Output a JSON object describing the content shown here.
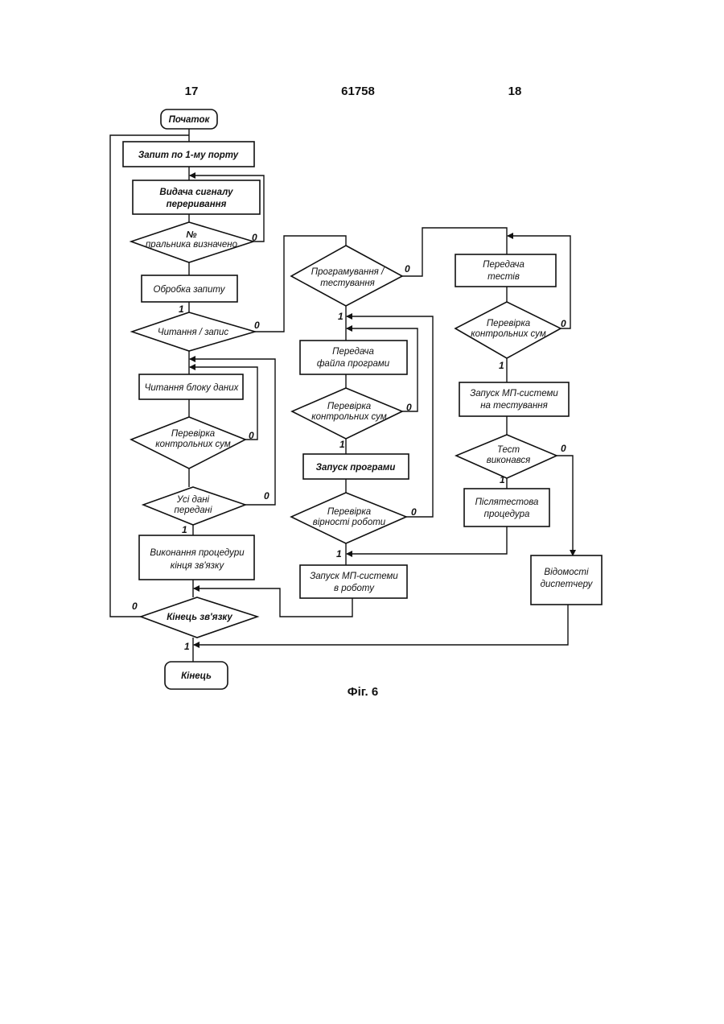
{
  "header": {
    "page_left": "17",
    "doc_number": "61758",
    "page_right": "18"
  },
  "caption": "Фіг. 6",
  "nodes": {
    "start": "Початок",
    "query_port": "Запит по 1-му порту",
    "send_signal": [
      "Видача сигналу",
      "переривання"
    ],
    "dec_identified": [
      "№",
      "пральника визначено"
    ],
    "process_query": "Обробка запиту",
    "dec_read_write": "Читання / запис",
    "read_block": "Читання блоку даних",
    "dec_checksum_1": [
      "Перевірка",
      "контрольних сум"
    ],
    "dec_all_sent": [
      "Усі дані",
      "передані"
    ],
    "finish_proc": [
      "Виконання процедури",
      "кінця зв'язку"
    ],
    "dec_end_link": "Кінець зв'язку",
    "end": "Кінець",
    "dec_prog_test": [
      "Програмування /",
      "тестування"
    ],
    "send_file": [
      "Передача",
      "файла програми"
    ],
    "dec_checksum_2": [
      "Перевірка",
      "контрольних сум"
    ],
    "run_program": "Запуск програми",
    "dec_correct": [
      "Перевірка",
      "вірності роботи"
    ],
    "start_mp_work": [
      "Запуск МП-системи",
      "в роботу"
    ],
    "send_tests": [
      "Передача",
      "тестів"
    ],
    "dec_checksum_3": [
      "Перевірка",
      "контрольних сум"
    ],
    "start_mp_test": [
      "Запуск МП-системи",
      "на тестування"
    ],
    "dec_test_done": [
      "Тест",
      "виконався"
    ],
    "post_test": [
      "Післятестова",
      "процедура"
    ],
    "notify_dispatcher": [
      "Відомості",
      "диспетчеру"
    ]
  },
  "branch_labels": {
    "dec_identified_no": "0",
    "process_query_yes": "1",
    "dec_read_write_no": "0",
    "dec_checksum_1_no": "0",
    "dec_all_sent_no": "0",
    "dec_all_sent_yes": "1",
    "dec_end_link_no": "0",
    "dec_end_link_yes": "1",
    "dec_prog_test_no": "0",
    "dec_prog_test_yes": "1",
    "dec_checksum_2_no": "0",
    "dec_checksum_2_yes": "1",
    "dec_correct_no": "0",
    "dec_correct_yes": "1",
    "dec_checksum_3_no": "0",
    "dec_checksum_3_yes": "1",
    "dec_test_done_no": "0",
    "dec_test_done_yes": "1"
  }
}
